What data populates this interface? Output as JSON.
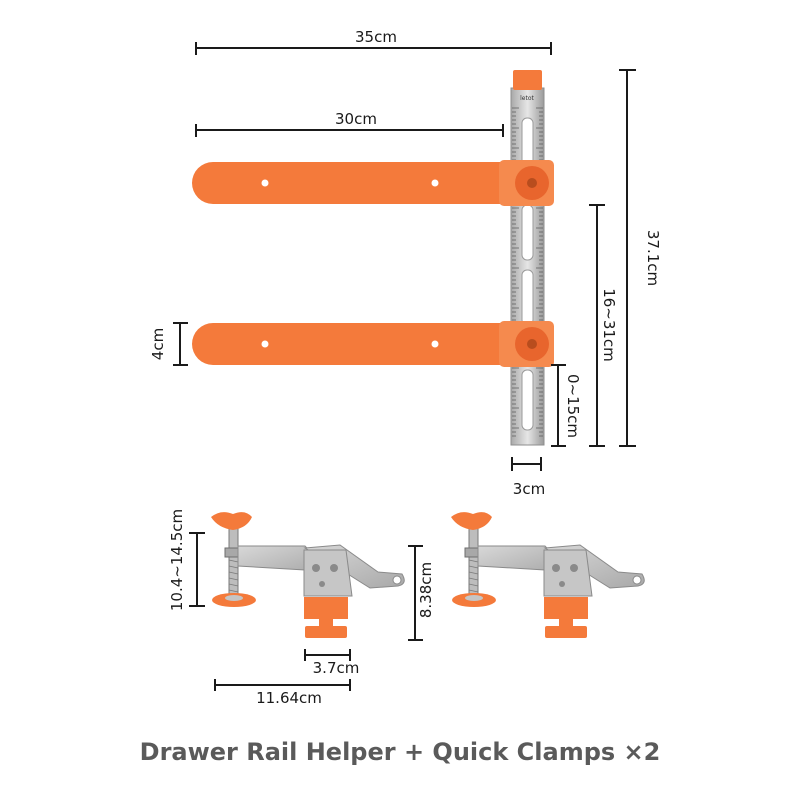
{
  "dimensions": {
    "total_width": "35cm",
    "arm_length": "30cm",
    "total_height": "37.1cm",
    "arm_spacing": "16~31cm",
    "lower_range": "0~15cm",
    "arm_width": "4cm",
    "rail_width": "3cm",
    "clamp_height": "10.4~14.5cm",
    "clamp_body_height": "8.38cm",
    "clamp_foot_width": "3.7cm",
    "clamp_length": "11.64cm"
  },
  "ruler_brand": "letot",
  "caption": "Drawer Rail Helper + Quick Clamps ×2",
  "colors": {
    "orange": "#f47a3b",
    "orange_dark": "#d9602a",
    "steel": "#c8c8c8",
    "steel_dark": "#8e8e8e",
    "dim_line": "#1a1a1a"
  }
}
